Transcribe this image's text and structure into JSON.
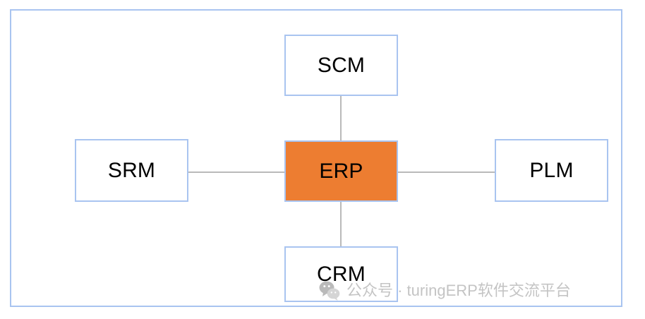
{
  "diagram": {
    "type": "hub-and-spoke",
    "frame": {
      "border_color": "#a9c4f0",
      "background_color": "#ffffff"
    },
    "nodes": [
      {
        "id": "scm",
        "label": "SCM",
        "position": "top",
        "fill_color": "#ffffff",
        "border_color": "#a9c4f0",
        "text_color": "#000000"
      },
      {
        "id": "srm",
        "label": "SRM",
        "position": "left",
        "fill_color": "#ffffff",
        "border_color": "#a9c4f0",
        "text_color": "#000000"
      },
      {
        "id": "erp",
        "label": "ERP",
        "position": "center",
        "fill_color": "#ed7d31",
        "border_color": "#a9c4f0",
        "text_color": "#000000"
      },
      {
        "id": "plm",
        "label": "PLM",
        "position": "right",
        "fill_color": "#ffffff",
        "border_color": "#a9c4f0",
        "text_color": "#000000"
      },
      {
        "id": "crm",
        "label": "CRM",
        "position": "bottom",
        "fill_color": "#ffffff",
        "border_color": "#a9c4f0",
        "text_color": "#000000"
      }
    ],
    "connectors": [
      {
        "id": "srm-erp",
        "from": "srm",
        "to": "erp",
        "orientation": "horizontal",
        "color": "#b9b9b9"
      },
      {
        "id": "erp-plm",
        "from": "erp",
        "to": "plm",
        "orientation": "horizontal",
        "color": "#b9b9b9"
      },
      {
        "id": "scm-erp",
        "from": "scm",
        "to": "erp",
        "orientation": "vertical",
        "color": "#b9b9b9"
      },
      {
        "id": "erp-crm",
        "from": "erp",
        "to": "crm",
        "orientation": "vertical",
        "color": "#b9b9b9"
      }
    ]
  },
  "watermark": {
    "icon": "wechat-icon",
    "text": "公众号 · turingERP软件交流平台",
    "color": "#bfbfbf"
  }
}
